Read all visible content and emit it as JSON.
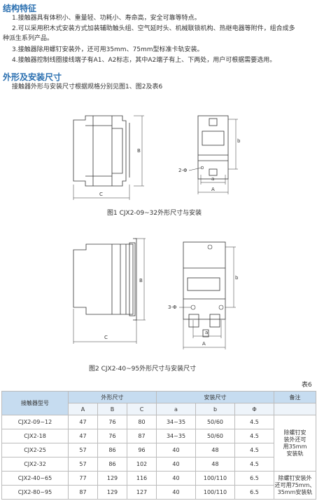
{
  "section1": {
    "title": "结构特征",
    "items": [
      "1.接触器具有体积小、重量轻、功耗小、寿命高，安全可靠等特点。",
      "2.可以采用积木式安装方式加装辅助触头组、空气延时头、机械联锁机构、热继电器等附件，组合成多",
      "种派生系列产品。",
      "3.接触器除用螺钉安装外，还可用35mm、75mm型标准卡轨安装。",
      "4.接触器控制线圈接线端子有A1、A2标志，其中A2端子有上、下两处，用户可根据需要选用。"
    ]
  },
  "section2": {
    "title": "外形及安装尺寸",
    "intro": "接触器外形与安装尺寸根据规格分别见图1、图2及表6"
  },
  "figure1": {
    "caption": "图1 CJX2-09~32外形尺寸与安装",
    "labels": {
      "B": "B",
      "C": "C",
      "a": "a",
      "b": "b",
      "A": "A",
      "hole": "2-Φ"
    }
  },
  "figure2": {
    "caption": "图2 CJX2-40~95外形尺寸与安装尺寸",
    "labels": {
      "B": "B",
      "C": "C",
      "a": "a",
      "b": "b",
      "A": "A",
      "hole": "3-Φ"
    }
  },
  "table": {
    "label": "表6",
    "headers": {
      "model": "接触器型号",
      "outline": "外形尺寸",
      "install": "安装尺寸",
      "note": "备注",
      "sub": [
        "A",
        "B",
        "C",
        "a",
        "b",
        "Φ"
      ]
    },
    "rows": [
      {
        "model": "CJX2-09~12",
        "A": "47",
        "B": "76",
        "C": "80",
        "a": "34~35",
        "b": "50/60",
        "phi": "4.5"
      },
      {
        "model": "CJX2-18",
        "A": "47",
        "B": "76",
        "C": "87",
        "a": "34~35",
        "b": "50/60",
        "phi": "4.5"
      },
      {
        "model": "CJX2-25",
        "A": "57",
        "B": "86",
        "C": "96",
        "a": "40",
        "b": "48",
        "phi": "4.5"
      },
      {
        "model": "CJX2-32",
        "A": "57",
        "B": "86",
        "C": "102",
        "a": "40",
        "b": "48",
        "phi": "4.5"
      },
      {
        "model": "CJX2-40~65",
        "A": "77",
        "B": "129",
        "C": "116",
        "a": "40",
        "b": "100/110",
        "phi": "6.5"
      },
      {
        "model": "CJX2-80~95",
        "A": "87",
        "B": "129",
        "C": "127",
        "a": "40",
        "b": "100/110",
        "phi": "6.5"
      }
    ],
    "notes": [
      [
        "除螺钉安",
        "装外还可",
        "用35mm",
        "安装轨"
      ],
      [
        "除螺钉安装外",
        "还可用75mm、",
        "35mm安装轨"
      ]
    ]
  }
}
